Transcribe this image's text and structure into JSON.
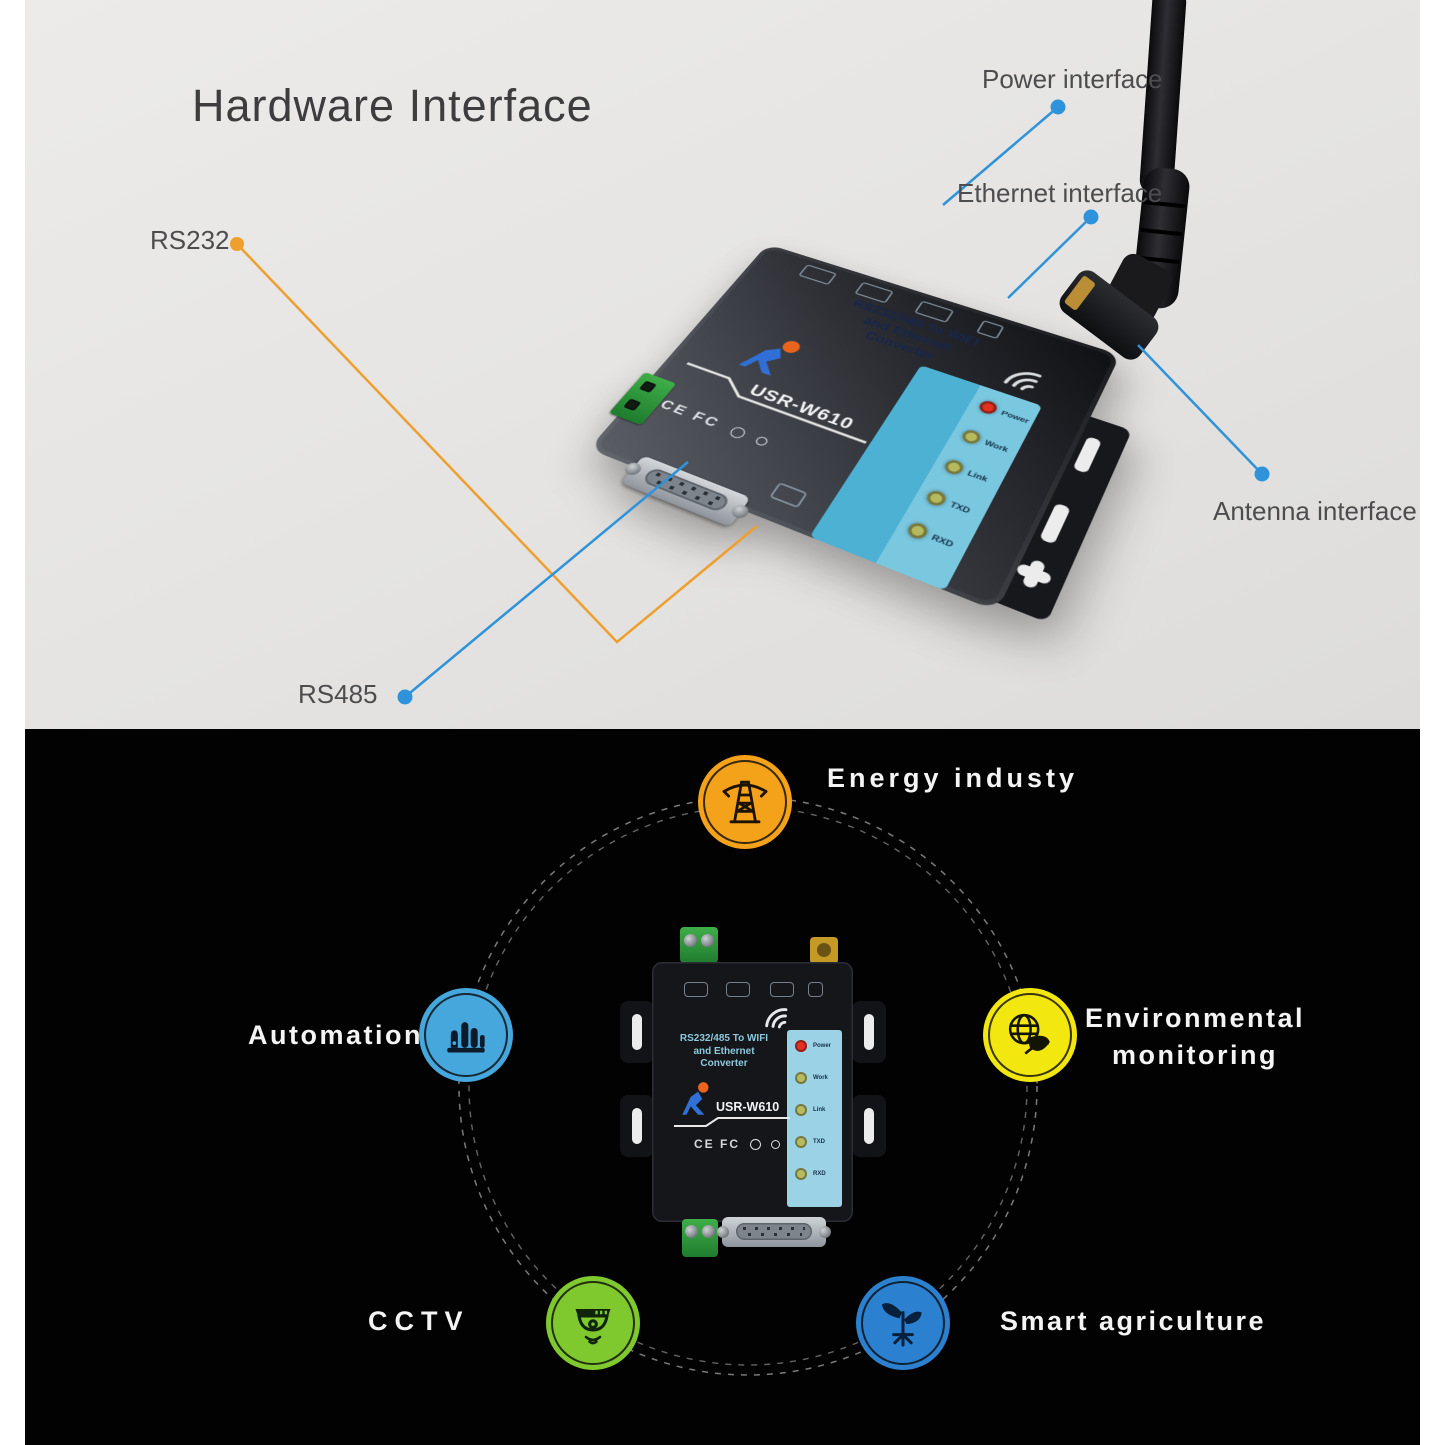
{
  "hardware_section": {
    "title": "Hardware Interface",
    "callouts": {
      "rs232": "RS232",
      "rs485": "RS485",
      "power": "Power interface",
      "ethernet": "Ethernet interface",
      "antenna": "Antenna interface"
    },
    "line_colors": {
      "orange": "#ef9f2e",
      "blue": "#2e93da"
    }
  },
  "device": {
    "title_lines": [
      "RS232/485 To WIFI",
      "and Ethernet",
      "Converter"
    ],
    "model": "USR-W610",
    "certifications": "CE FC",
    "logo_icon": "usr-running-man-logo",
    "wifi_icon": "wifi-signal-icon",
    "leds": [
      {
        "label": "Power",
        "color": "#e23222"
      },
      {
        "label": "Work",
        "color": "#b6ba5e"
      },
      {
        "label": "Link",
        "color": "#b6ba5e"
      },
      {
        "label": "TXD",
        "color": "#b6ba5e"
      },
      {
        "label": "RXD",
        "color": "#b6ba5e"
      }
    ],
    "panel_color": "#4db1d4",
    "led_strip_color": "#7ac7e0"
  },
  "applications_section": {
    "ring_color": "#8f8f8f",
    "items": [
      {
        "label": "Energy industy",
        "color": "#f5a21b",
        "icon": "power-pylon-icon"
      },
      {
        "label": "Automation",
        "color": "#45a7dc",
        "icon": "factory-icon"
      },
      {
        "label": "Environmental monitoring",
        "color": "#f2e70e",
        "icon": "globe-leaf-icon"
      },
      {
        "label": "CCTV",
        "color": "#7fc92e",
        "icon": "cctv-camera-icon"
      },
      {
        "label": "Smart agriculture",
        "color": "#2b80cf",
        "icon": "seedling-icon"
      }
    ]
  }
}
